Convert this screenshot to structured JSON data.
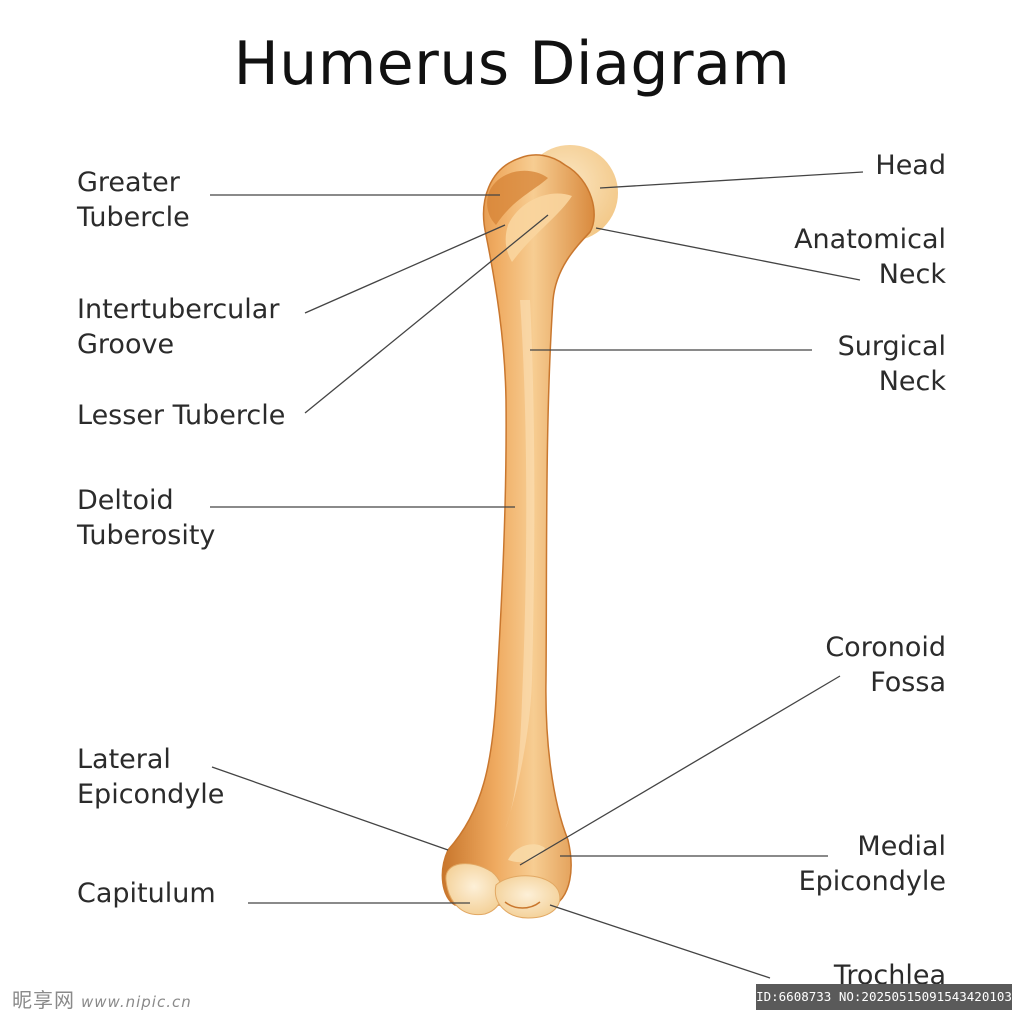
{
  "title": "Humerus Diagram",
  "colors": {
    "bone_fill": "#efaa60",
    "bone_shade": "#c8762c",
    "bone_light": "#f7cd92",
    "joint": "#f8d9a6",
    "leader": "#444444"
  },
  "labels": {
    "greater_tubercle": [
      "Greater",
      "Tubercle"
    ],
    "intertubercular_groove": [
      "Intertubercular",
      "Groove"
    ],
    "lesser_tubercle": [
      "Lesser Tubercle"
    ],
    "deltoid_tuberosity": [
      "Deltoid",
      "Tuberosity"
    ],
    "lateral_epicondyle": [
      "Lateral",
      "Epicondyle"
    ],
    "capitulum": [
      "Capitulum"
    ],
    "head": [
      "Head"
    ],
    "anatomical_neck": [
      "Anatomical",
      "Neck"
    ],
    "surgical_neck": [
      "Surgical",
      "Neck"
    ],
    "coronoid_fossa": [
      "Coronoid",
      "Fossa"
    ],
    "medial_epicondyle": [
      "Medial",
      "Epicondyle"
    ],
    "trochlea": [
      "Trochlea"
    ]
  },
  "watermark": {
    "logo": "昵享网",
    "site": "www.nipic.cn",
    "id": "ID:6608733 NO:20250515091543420103"
  }
}
